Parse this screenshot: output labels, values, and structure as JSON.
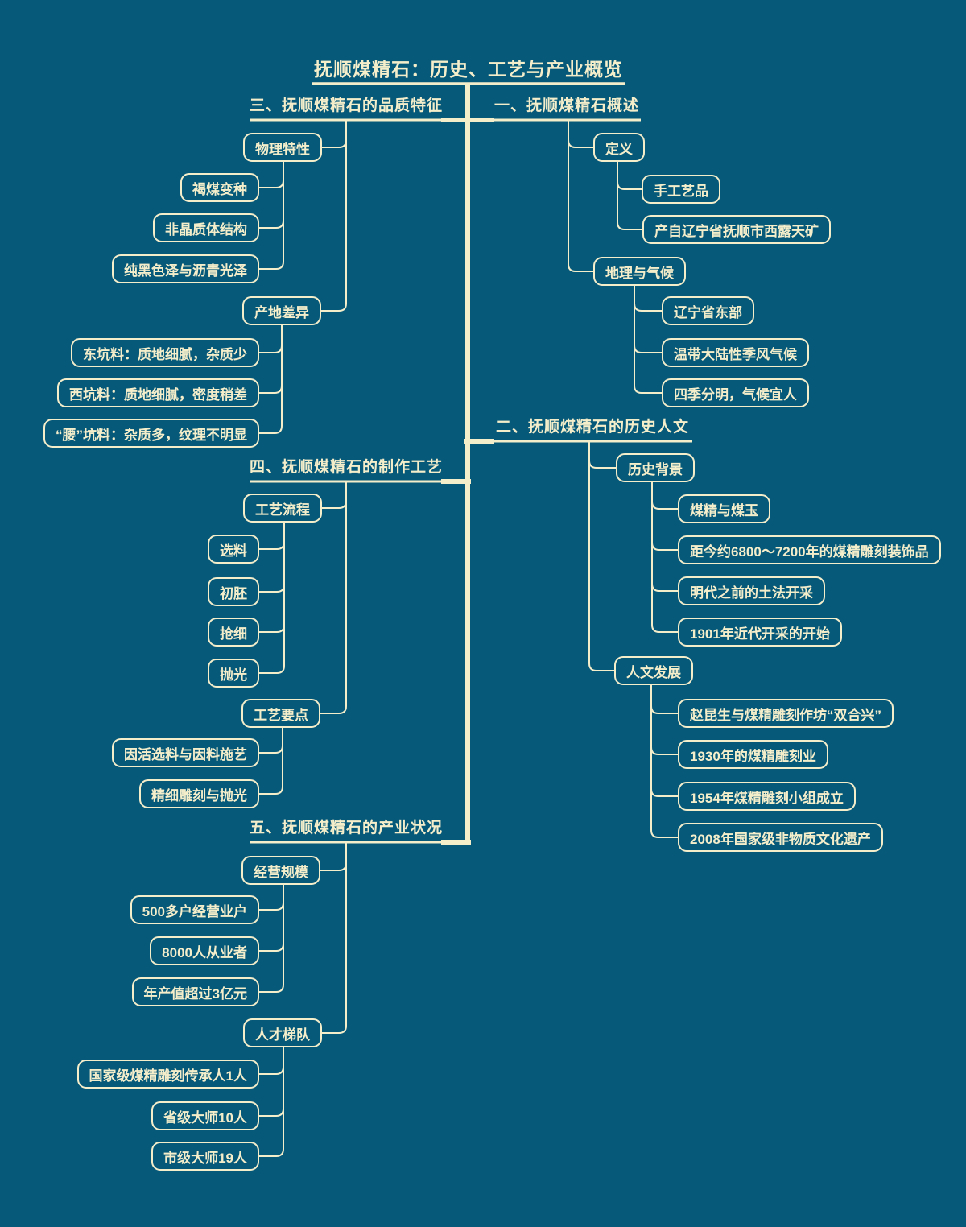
{
  "palette": {
    "background": "#07597a",
    "ink": "#f5eecb"
  },
  "title": {
    "text": "抚顺煤精石：历史、工艺与产业概览"
  },
  "branches": [
    {
      "label": "一、抚顺煤精石概述",
      "topics": [
        {
          "label": "定义",
          "children": [
            {
              "label": "手工艺品"
            },
            {
              "label": "产自辽宁省抚顺市西露天矿"
            }
          ]
        },
        {
          "label": "地理与气候",
          "children": [
            {
              "label": "辽宁省东部"
            },
            {
              "label": "温带大陆性季风气候"
            },
            {
              "label": "四季分明，气候宜人"
            }
          ]
        }
      ]
    },
    {
      "label": "二、抚顺煤精石的历史人文",
      "topics": [
        {
          "label": "历史背景",
          "children": [
            {
              "label": "煤精与煤玉"
            },
            {
              "label": "距今约6800～7200年的煤精雕刻装饰品"
            },
            {
              "label": "明代之前的土法开采"
            },
            {
              "label": "1901年近代开采的开始"
            }
          ]
        },
        {
          "label": "人文发展",
          "children": [
            {
              "label": "赵昆生与煤精雕刻作坊“双合兴”"
            },
            {
              "label": "1930年的煤精雕刻业"
            },
            {
              "label": "1954年煤精雕刻小组成立"
            },
            {
              "label": "2008年国家级非物质文化遗产"
            }
          ]
        }
      ]
    },
    {
      "label": "三、抚顺煤精石的品质特征",
      "topics": [
        {
          "label": "物理特性",
          "children": [
            {
              "label": "褐煤变种"
            },
            {
              "label": "非晶质体结构"
            },
            {
              "label": "纯黑色泽与沥青光泽"
            }
          ]
        },
        {
          "label": "产地差异",
          "children": [
            {
              "label": "东坑料：质地细腻，杂质少"
            },
            {
              "label": "西坑料：质地细腻，密度稍差"
            },
            {
              "label": "“腰”坑料：杂质多，纹理不明显"
            }
          ]
        }
      ]
    },
    {
      "label": "四、抚顺煤精石的制作工艺",
      "topics": [
        {
          "label": "工艺流程",
          "children": [
            {
              "label": "选料"
            },
            {
              "label": "初胚"
            },
            {
              "label": "抢细"
            },
            {
              "label": "抛光"
            }
          ]
        },
        {
          "label": "工艺要点",
          "children": [
            {
              "label": "因活选料与因料施艺"
            },
            {
              "label": "精细雕刻与抛光"
            }
          ]
        }
      ]
    },
    {
      "label": "五、抚顺煤精石的产业状况",
      "topics": [
        {
          "label": "经营规模",
          "children": [
            {
              "label": "500多户经营业户"
            },
            {
              "label": "8000人从业者"
            },
            {
              "label": "年产值超过3亿元"
            }
          ]
        },
        {
          "label": "人才梯队",
          "children": [
            {
              "label": "国家级煤精雕刻传承人1人"
            },
            {
              "label": "省级大师10人"
            },
            {
              "label": "市级大师19人"
            }
          ]
        }
      ]
    }
  ]
}
